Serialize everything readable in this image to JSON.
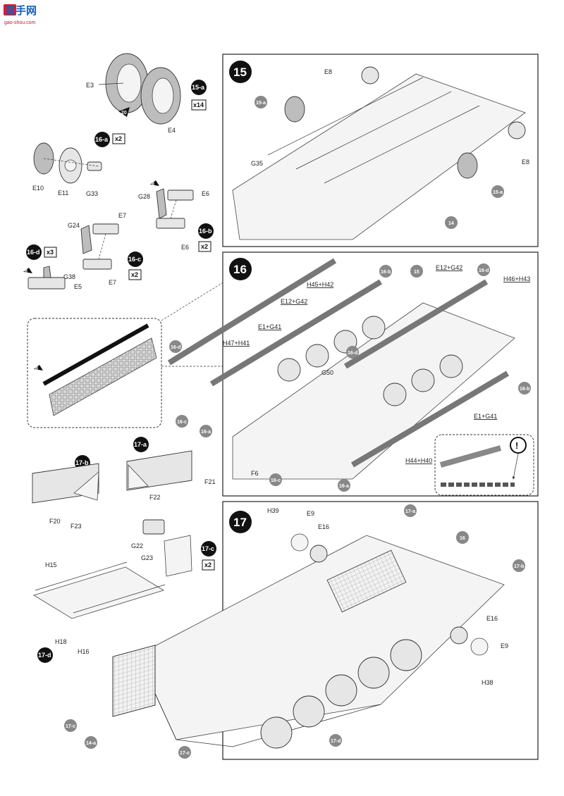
{
  "logo": {
    "text": "高手网",
    "url": "gao-shou.com"
  },
  "steps": [
    {
      "number": "15"
    },
    {
      "number": "16"
    },
    {
      "number": "17"
    }
  ],
  "subassemblies": {
    "s15a": {
      "tag": "15-a",
      "multiplier": "x14"
    },
    "s16a": {
      "tag": "16-a",
      "multiplier": "x2"
    },
    "s16b": {
      "tag": "16-b",
      "multiplier": "x2"
    },
    "s16c": {
      "tag": "16-c",
      "multiplier": "x2"
    },
    "s16d": {
      "tag": "16-d",
      "multiplier": "x3"
    },
    "s17a": {
      "tag": "17-a"
    },
    "s17b": {
      "tag": "17-b"
    },
    "s17c": {
      "tag": "17-c",
      "multiplier": "x2"
    },
    "s17d": {
      "tag": "17-d"
    }
  },
  "refs": {
    "r15a_1": "15-a",
    "r15a_2": "15-a",
    "r14": "14",
    "r16b_1": "16-b",
    "r15": "15",
    "r16d_1": "16-d",
    "r16d_2": "16-d",
    "r16d_3": "16-d",
    "r16c_1": "16-c",
    "r16a_1": "16-a",
    "r16b_2": "16-b",
    "r16c_2": "16-c",
    "r16a_2": "16-a",
    "r17a": "17-a",
    "r16": "16",
    "r17b": "17-b",
    "r17c_1": "17-c",
    "r14a": "14-a",
    "r17c_2": "17-c",
    "r17d": "17-d"
  },
  "badges": {
    "b20": "20",
    "b8_1": "8",
    "b8_2": "8",
    "b8_3": "8"
  },
  "labels": {
    "E3": "E3",
    "E4": "E4",
    "E10": "E10",
    "E11": "E11",
    "G33": "G33",
    "G28": "G28",
    "E6a": "E6",
    "E6b": "E6",
    "G24": "G24",
    "E7a": "E7",
    "E7b": "E7",
    "G38": "G38",
    "E5": "E5",
    "E8a": "E8",
    "E8b": "E8",
    "G35": "G35",
    "H45H42": "H45+H42",
    "E12G42a": "E12+G42",
    "E12G42b": "E12+G42",
    "H46H43": "H46+H43",
    "E1G41a": "E1+G41",
    "E1G41b": "E1+G41",
    "H47H41": "H47+H41",
    "G50": "G50",
    "F6": "F6",
    "H44H40": "H44+H40",
    "F21": "F21",
    "F22": "F22",
    "F20": "F20",
    "F23": "F23",
    "G22": "G22",
    "G23": "G23",
    "H15": "H15",
    "H18": "H18",
    "H16": "H16",
    "H39": "H39",
    "E9a": "E9",
    "E16a": "E16",
    "E16b": "E16",
    "E9b": "E9",
    "H38": "H38"
  },
  "notice": {
    "symbol": "!"
  }
}
